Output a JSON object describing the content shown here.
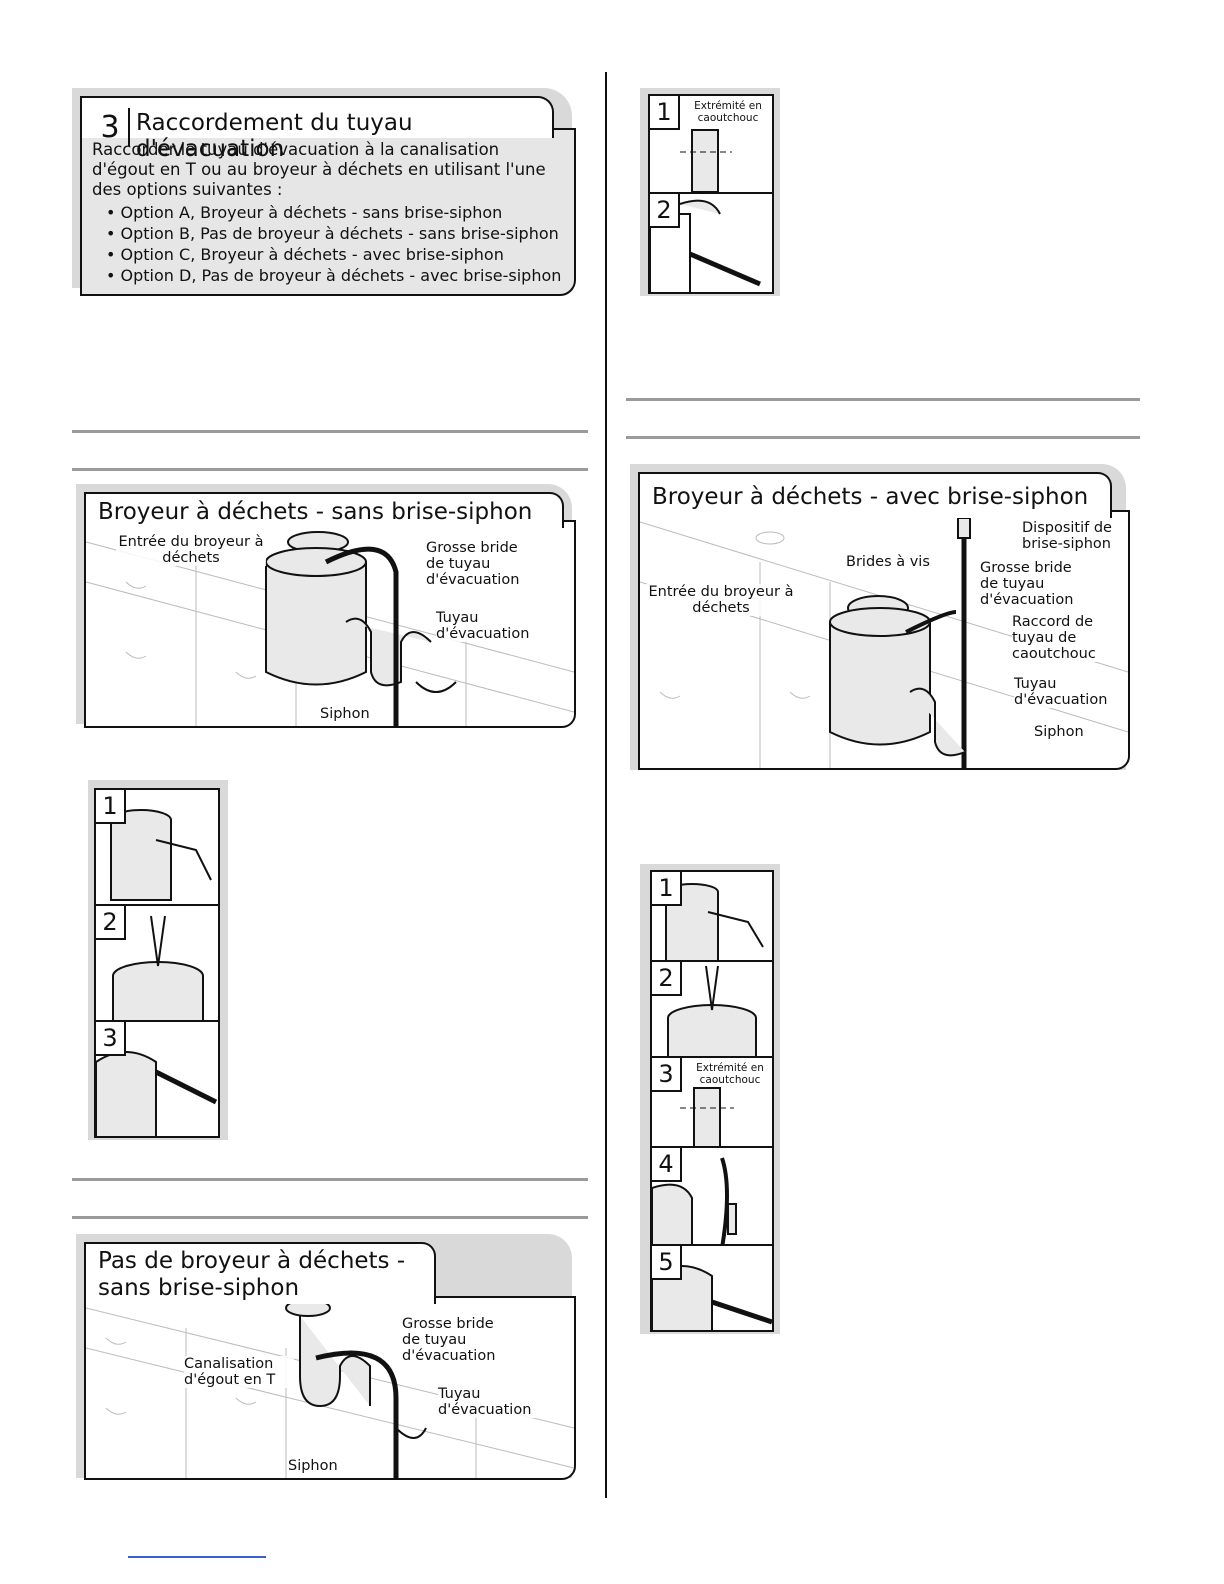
{
  "step3": {
    "number": "3",
    "title": "Raccordement du tuyau d'évacuation",
    "intro": "Raccorder le tuyau d'évacuation à la canalisation d'égout en T ou au broyeur à déchets en utilisant l'une des options suivantes :",
    "options": [
      "Option A, Broyeur à déchets - sans brise-siphon",
      "Option B, Pas de broyeur à déchets - sans brise-siphon",
      "Option C, Broyeur à déchets - avec brise-siphon",
      "Option D, Pas de broyeur à déchets - avec brise-siphon"
    ]
  },
  "figA": {
    "title": "Broyeur à déchets - sans brise-siphon",
    "labels": {
      "inlet": "Entrée du broyeur à déchets",
      "clamp": "Grosse bride de tuyau d'évacuation",
      "hose": "Tuyau d'évacuation",
      "trap": "Siphon"
    }
  },
  "figB": {
    "title": "Pas de broyeur à déchets - sans brise-siphon",
    "labels": {
      "clamp": "Grosse bride de tuyau d'évacuation",
      "tee": "Canalisation d'égout en T",
      "hose": "Tuyau d'évacuation",
      "trap": "Siphon"
    }
  },
  "figC": {
    "title": "Broyeur à déchets - avec brise-siphon",
    "labels": {
      "airgap": "Dispositif de brise-siphon",
      "screwclamps": "Brides à vis",
      "clamp": "Grosse bride de tuyau d'évacuation",
      "inlet": "Entrée du broyeur à déchets",
      "connector": "Raccord de tuyau de caoutchouc",
      "hose": "Tuyau d'évacuation",
      "trap": "Siphon"
    }
  },
  "stripTopRight": {
    "steps": [
      "1",
      "2"
    ],
    "caption": "Extrémité en caoutchouc"
  },
  "stripLeft": {
    "steps": [
      "1",
      "2",
      "3"
    ]
  },
  "stripRight": {
    "steps": [
      "1",
      "2",
      "3",
      "4",
      "5"
    ],
    "caption": "Extrémité en caoutchouc"
  }
}
